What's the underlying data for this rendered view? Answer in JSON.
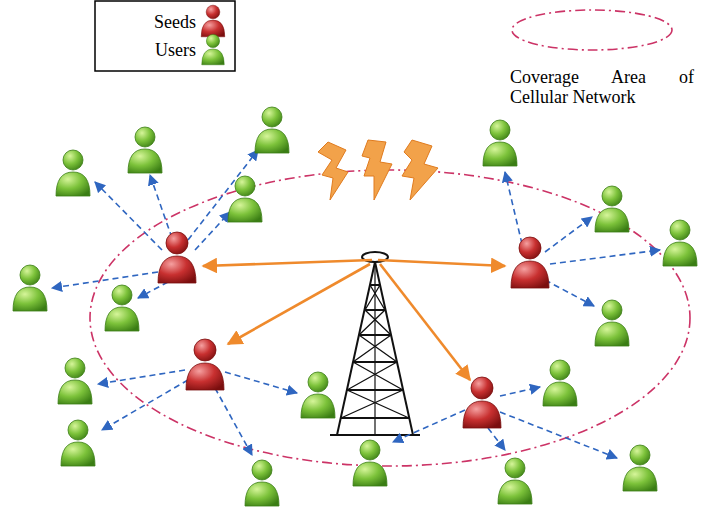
{
  "diagram": {
    "legend": [
      {
        "text": "Seeds"
      },
      {
        "text": "Users"
      },
      {
        "text": "Coverage Area of Cellular Network"
      }
    ]
  }
}
